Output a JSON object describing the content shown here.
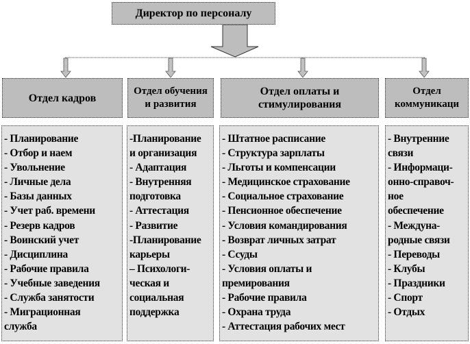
{
  "director": {
    "title": "Директор по персоналу"
  },
  "departments": [
    {
      "title": [
        "Отдел кадров"
      ],
      "lines": [
        "- Планирование",
        "- Отбор и наем",
        "- Увольнение",
        "- Личные дела",
        "- Базы данных",
        "- Учет раб. времени",
        "- Резерв кадров",
        "- Воинский учет",
        "- Дисциплина",
        "- Рабочие правила",
        "- Учебные заведения",
        "- Служба занятости",
        "- Миграционная",
        "служба"
      ]
    },
    {
      "title": [
        "Отдел обучения",
        "и развития"
      ],
      "lines": [
        "-Планирование",
        "и организация",
        "- Адаптация",
        "- Внутренняя",
        "подготовка",
        "- Аттестация",
        "- Развитие",
        "-Планирование",
        "карьеры",
        "– Психологи-",
        "ческая и",
        "социальная",
        "поддержка"
      ]
    },
    {
      "title": [
        "Отдел оплаты и",
        "стимулирования"
      ],
      "lines": [
        "- Штатное расписание",
        "- Структура зарплаты",
        "- Льготы и компенсации",
        "- Медицинское страхование",
        "- Социальное страхование",
        "- Пенсионное обеспечение",
        "- Условия командирования",
        "- Возврат личных затрат",
        "- Ссуды",
        "- Условия оплаты и",
        "премирования",
        "- Рабочие правила",
        "- Охрана труда",
        "- Аттестация рабочих мест"
      ]
    },
    {
      "title": [
        "Отдел",
        "коммуникаци"
      ],
      "lines": [
        "- Внутренние",
        "связи",
        "- Информаци-",
        "онно-справоч-",
        "ное",
        "обеспечение",
        "-  Междуна-",
        "родные связи",
        "- Переводы",
        "- Клубы",
        "- Праздники",
        "- Спорт",
        "- Отдых"
      ]
    }
  ]
}
